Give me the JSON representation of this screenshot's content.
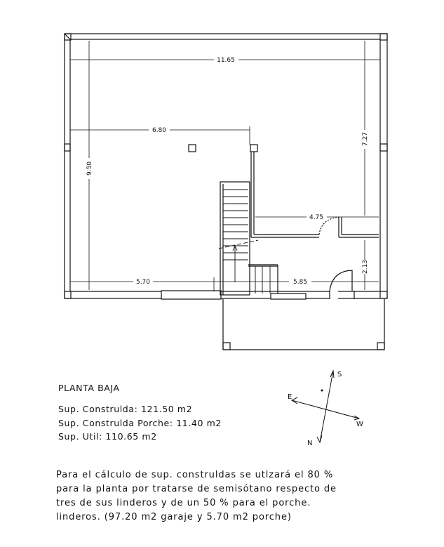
{
  "plan": {
    "dimensions": {
      "total_width": "11.65",
      "inner_width": "6.80",
      "total_depth": "9.50",
      "right_depth": "7.27",
      "hall_width": "4.75",
      "entry_depth": "2.13",
      "front_left": "5.70",
      "front_right": "5.85"
    },
    "compass": {
      "north": "N",
      "south": "S",
      "east": "E",
      "west": "W"
    }
  },
  "legend": {
    "title": "PLANTA BAJA",
    "lines": [
      "Sup. Construlda: 121.50 m2",
      "Sup. Construlda Porche: 11.40 m2",
      "Sup. Util: 110.65 m2"
    ]
  },
  "note": {
    "lines": [
      "Para el cálculo de sup. construldas se utlzará el 80 %",
      "para la planta por tratarse de semisótano respecto de",
      "tres de sus linderos y de un 50 % para el porche.",
      "linderos. (97.20 m2 garaje y 5.70 m2 porche)"
    ]
  }
}
